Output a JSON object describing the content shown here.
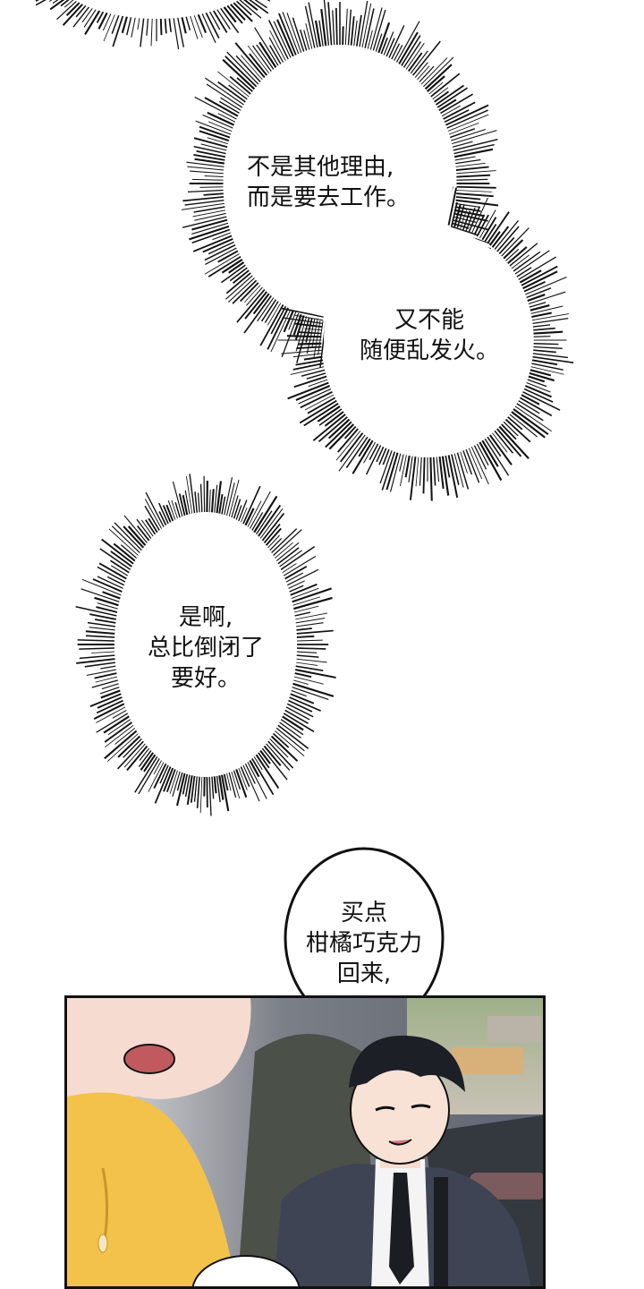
{
  "bubbles": [
    {
      "text": "不是其他理由,\n而是要去工作。"
    },
    {
      "text": "又不能\n随便乱发火。"
    },
    {
      "text": "是啊,\n总比倒闭了\n要好。"
    },
    {
      "text": "买点\n柑橘巧克力\n回来,"
    }
  ],
  "colors": {
    "ink": "#111111",
    "hoodie": "#f2c24a",
    "skin": "#f6dcd0",
    "suit": "#3e4454",
    "hair": "#1c1f26"
  }
}
